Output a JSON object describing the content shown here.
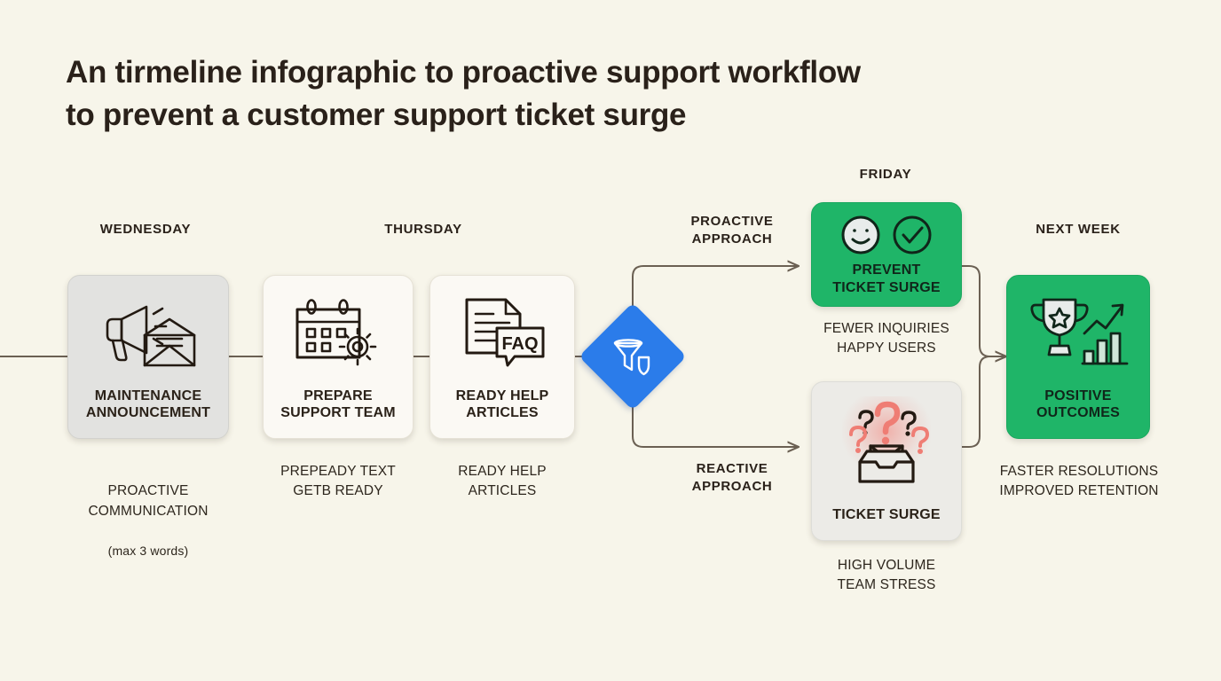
{
  "canvas": {
    "background_color": "#f7f5ea",
    "ink_color": "#2b2219",
    "wire_color": "#6b6053"
  },
  "header": {
    "title": "An tirmeline infographic to proactive support workflow\nto prevent a customer support ticket surge"
  },
  "palette": {
    "green": "#1fb568",
    "blue": "#2b7cea",
    "gray_card": "#e2e2e0",
    "white_card": "#fbf9f4",
    "ghost_card": "#ecebe7",
    "alert_red": "#f0857b"
  },
  "phases": [
    {
      "key": "wednesday",
      "label": "WEDNESDAY"
    },
    {
      "key": "thursday",
      "label": "THURSDAY"
    },
    {
      "key": "friday",
      "label": "FRIDAY"
    },
    {
      "key": "next_week",
      "label": "NEXT WEEK"
    }
  ],
  "branches": [
    {
      "key": "proactive",
      "label": "PROACTIVE\nAPPROACH"
    },
    {
      "key": "reactive",
      "label": "REACTIVE\nAPPROACH"
    }
  ],
  "decision": {
    "icon": "funnel-shield-icon",
    "shape": "diamond",
    "color": "#2b7cea"
  },
  "steps": [
    {
      "key": "maintenance-announcement",
      "title": "MAINTENANCE\nANNOUNCEMENT",
      "caption": "PROACTIVE\nCOMMUNICATION",
      "caption_note": "(max 3 words)",
      "icon": "megaphone-envelope-icon",
      "style": "gray"
    },
    {
      "key": "prepare-support-team",
      "title": "PREPARE\nSUPPORT TEAM",
      "caption": "PREPEADY TEXT\nGETB READY",
      "icon": "calendar-gear-icon",
      "style": "white"
    },
    {
      "key": "ready-help-articles",
      "title": "READY HELP\nARTICLES",
      "caption": "READY HELP\nARTICLES",
      "icon": "document-faq-icon",
      "style": "white"
    },
    {
      "key": "prevent-ticket-surge",
      "title": "PREVENT\nTICKET SURGE",
      "caption": "FEWER INQUIRIES\nHAPPY USERS",
      "icon": "smiley-check-icon",
      "style": "green"
    },
    {
      "key": "ticket-surge",
      "title": "TICKET SURGE",
      "caption": "HIGH VOLUME\nTEAM STRESS",
      "icon": "question-marks-inbox-icon",
      "style": "ghost"
    },
    {
      "key": "positive-outcomes",
      "title": "POSITIVE\nOUTCOMES",
      "caption": "FASTER RESOLUTIONS\nIMPROVED RETENTION",
      "icon": "trophy-chart-icon",
      "style": "green"
    }
  ]
}
